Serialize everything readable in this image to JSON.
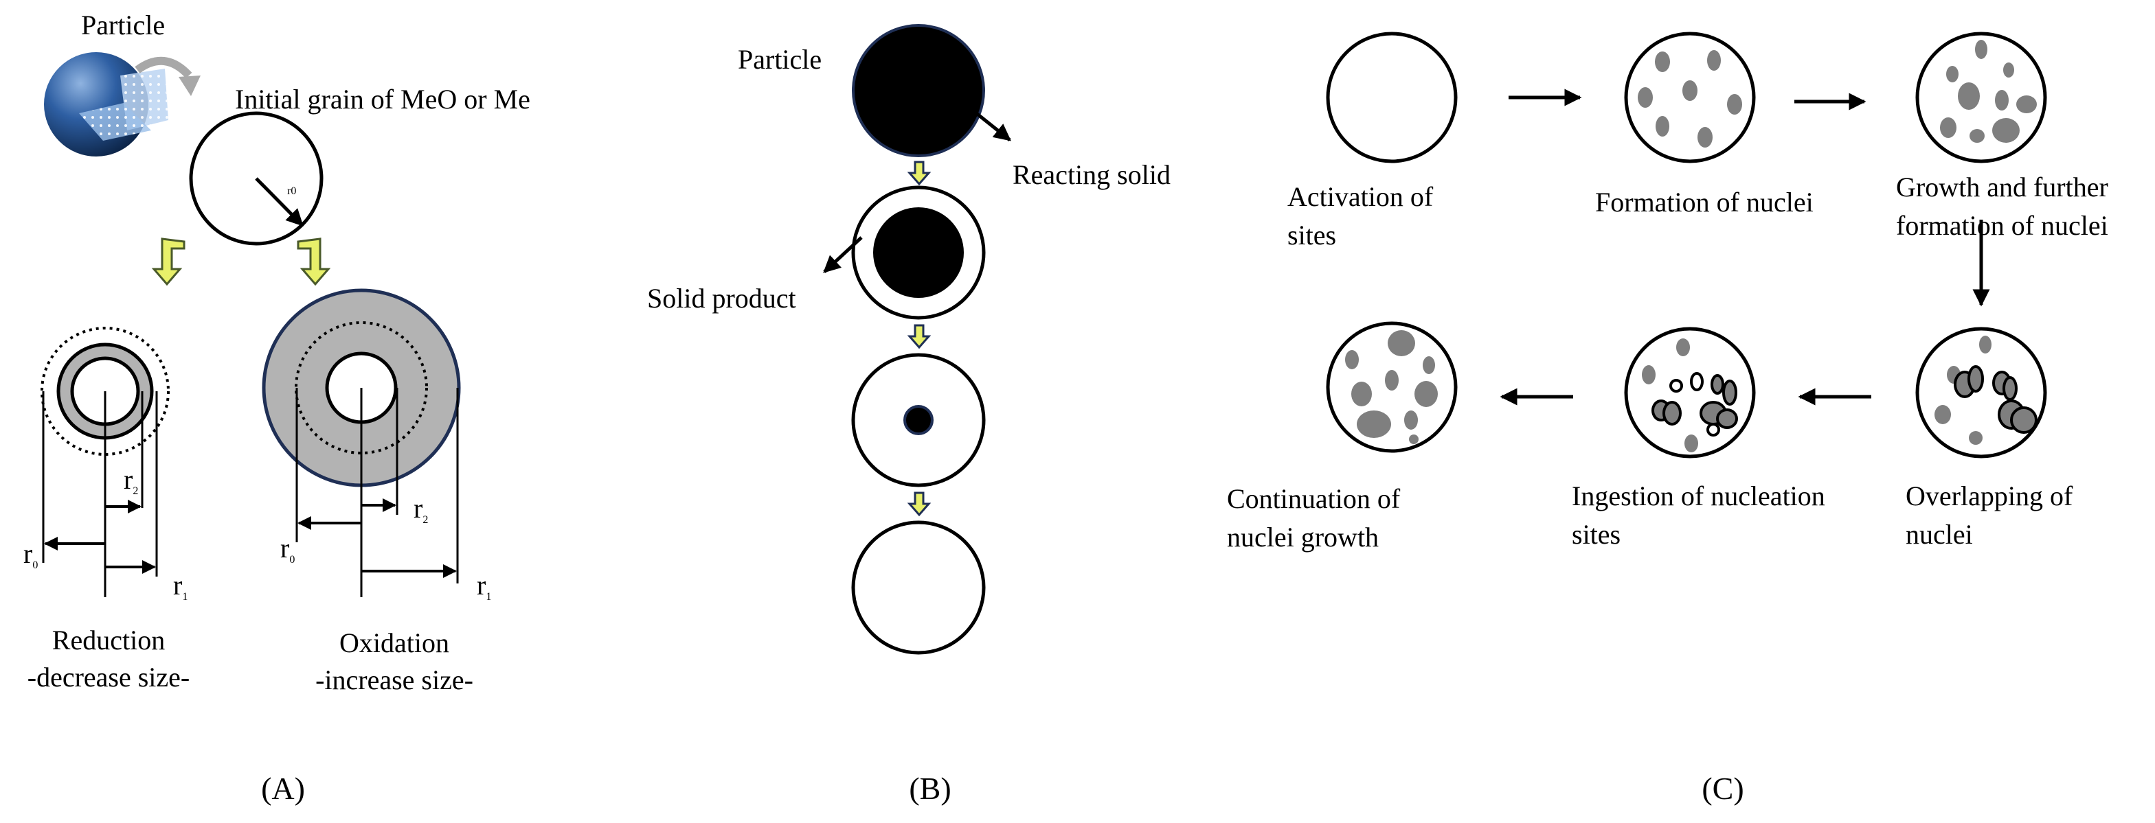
{
  "panel_a": {
    "particle_label": "Particle",
    "initial_grain_label": "Initial grain of MeO or Me",
    "r0_small_label": "r0",
    "reduction": {
      "r2_base": "r",
      "r2_sub": "2",
      "r0_base": "r",
      "r0_sub": "0",
      "r1_base": "r",
      "r1_sub": "1",
      "title": "Reduction",
      "subtitle": "-decrease size-"
    },
    "oxidation": {
      "r0_base": "r",
      "r0_sub": "0",
      "r2_base": "r",
      "r2_sub": "2",
      "r1_base": "r",
      "r1_sub": "1",
      "title": "Oxidation",
      "subtitle": "-increase size-"
    },
    "panel_label": "(A)"
  },
  "panel_b": {
    "particle_label": "Particle",
    "reacting_solid_label": "Reacting solid",
    "solid_product_label": "Solid product",
    "panel_label": "(B)"
  },
  "panel_c": {
    "steps": [
      {
        "line1": "Activation of",
        "line2": "sites"
      },
      {
        "line1": "Formation of nuclei",
        "line2": ""
      },
      {
        "line1": "Growth and further",
        "line2": "formation of nuclei"
      },
      {
        "line1": "Overlapping of",
        "line2": "nuclei"
      },
      {
        "line1": "Ingestion of nucleation",
        "line2": "sites"
      },
      {
        "line1": "Continuation of",
        "line2": "nuclei growth"
      }
    ],
    "panel_label": "(C)"
  },
  "colors": {
    "gray_fill": "#b3b3b3",
    "nuclei_fill": "#7f7f7f",
    "sphere_blue": "#1f4e8c",
    "yellow_arrow": "#e8f06a",
    "navy_outline": "#1f2f55"
  }
}
